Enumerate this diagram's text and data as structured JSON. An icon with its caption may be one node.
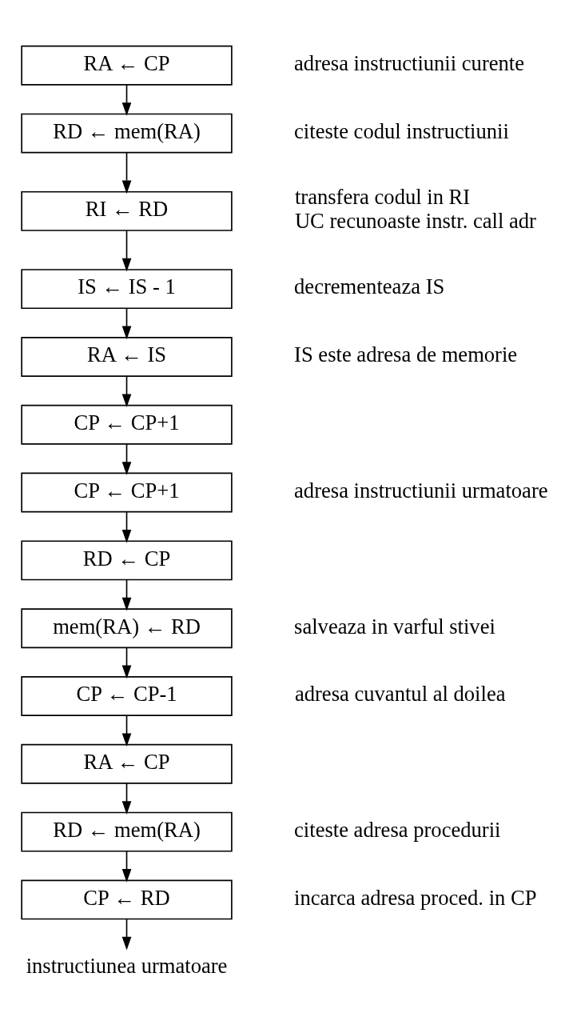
{
  "diagram": {
    "nodes": [
      {
        "text": [
          "RA ← CP"
        ],
        "beside": [
          "adresa instructiunii curente"
        ]
      },
      {
        "text": [
          "RD ← mem(RA)"
        ],
        "beside": [
          "citeste codul instructiunii"
        ]
      },
      {
        "text": [
          "RI ← RD"
        ],
        "beside": [
          "transfera codul in RI",
          "UC recunoaste instr. call adr"
        ]
      },
      {
        "text": [
          "IS ← IS - 1"
        ],
        "beside": [
          "decrementeaza IS"
        ]
      },
      {
        "text": [
          "RA ← IS"
        ],
        "beside": [
          "IS este adresa de memorie"
        ]
      },
      {
        "text": [
          "CP ← CP+1"
        ]
      },
      {
        "text": [
          "CP ← CP+1"
        ],
        "beside": [
          "adresa instructiunii urmatoare"
        ]
      },
      {
        "text": [
          "RD ← CP"
        ]
      },
      {
        "text": [
          "mem(RA) ← RD"
        ],
        "beside": [
          "salveaza in varful stivei"
        ]
      },
      {
        "text": [
          "CP ← CP-1"
        ],
        "beside": [
          "adresa cuvantul al doilea"
        ]
      },
      {
        "text": [
          "RA ← CP"
        ]
      },
      {
        "text": [
          "RD ← mem(RA)"
        ],
        "beside": [
          "citeste adresa procedurii"
        ]
      },
      {
        "text": [
          "CP ← RD"
        ],
        "beside": [
          "incarca adresa proced. in CP"
        ]
      },
      {
        "text": [
          "instructiunea urmatoare"
        ]
      }
    ],
    "edges": [
      {
        "from": 0,
        "to": 1,
        "arrow": "to"
      },
      {
        "from": 1,
        "to": 2,
        "arrow": "to"
      },
      {
        "from": 2,
        "to": 3,
        "arrow": "to"
      },
      {
        "from": 3,
        "to": 4,
        "arrow": "to"
      },
      {
        "from": 4,
        "to": 5,
        "arrow": "to"
      },
      {
        "from": 5,
        "to": 6,
        "arrow": "to"
      },
      {
        "from": 6,
        "to": 7,
        "arrow": "to"
      },
      {
        "from": 7,
        "to": 8,
        "arrow": "to"
      },
      {
        "from": 8,
        "to": 9,
        "arrow": "to"
      },
      {
        "from": 9,
        "to": 10,
        "arrow": "to"
      },
      {
        "from": 10,
        "to": 11,
        "arrow": "to"
      },
      {
        "from": 11,
        "to": 12,
        "arrow": "to"
      },
      {
        "from": 12,
        "to": 13,
        "arrow": "to"
      }
    ]
  }
}
